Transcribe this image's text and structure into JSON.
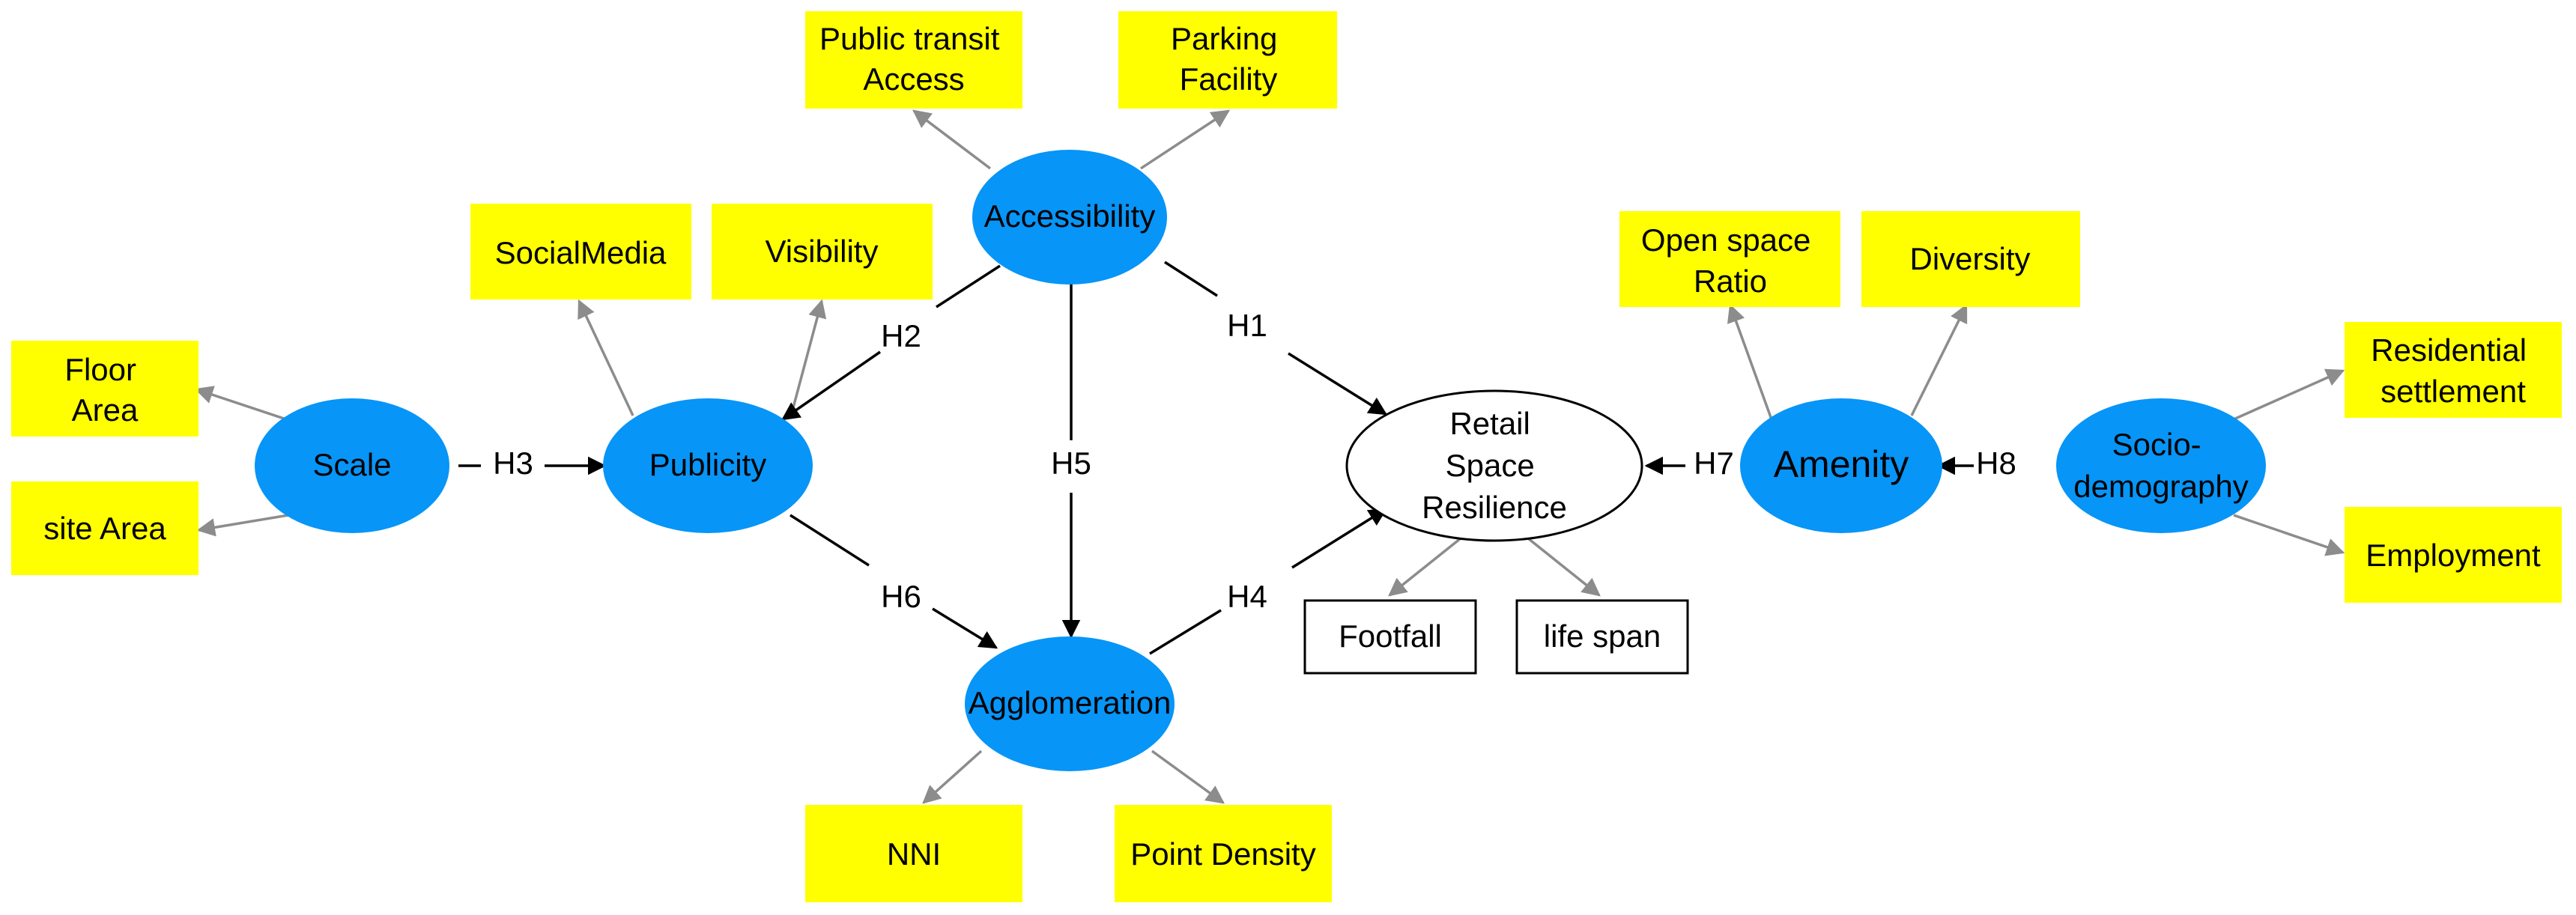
{
  "colors": {
    "construct_fill": "#0795F7",
    "indicator_fill": "#FFFF00",
    "edge_gray": "#8C8C8C",
    "edge_black": "#000000",
    "background": "#FFFFFF"
  },
  "constructs": {
    "scale": "Scale",
    "publicity": "Publicity",
    "accessibility": "Accessibility",
    "agglomeration": "Agglomeration",
    "amenity": "Amenity",
    "socio": [
      "Socio-",
      "demography"
    ],
    "resilience": [
      "Retail",
      "Space",
      "Resilience"
    ]
  },
  "indicators": {
    "floor_area": [
      "Floor",
      "Area"
    ],
    "site_area": [
      "site Area"
    ],
    "social_media": [
      "SocialMedia"
    ],
    "visibility": [
      "Visibility"
    ],
    "public_transit": [
      "Public transit",
      "Access"
    ],
    "parking": [
      "Parking",
      "Facility"
    ],
    "nni": [
      "NNI"
    ],
    "point_density": [
      "Point Density"
    ],
    "open_space": [
      "Open space",
      "Ratio"
    ],
    "diversity": [
      "Diversity"
    ],
    "residential": [
      "Residential",
      "settlement"
    ],
    "employment": [
      "Employment"
    ],
    "footfall": [
      "Footfall"
    ],
    "life_span": [
      "life span"
    ]
  },
  "hypotheses": {
    "h1": "H1",
    "h2": "H2",
    "h3": "H3",
    "h4": "H4",
    "h5": "H5",
    "h6": "H6",
    "h7": "H7",
    "h8": "H8"
  }
}
